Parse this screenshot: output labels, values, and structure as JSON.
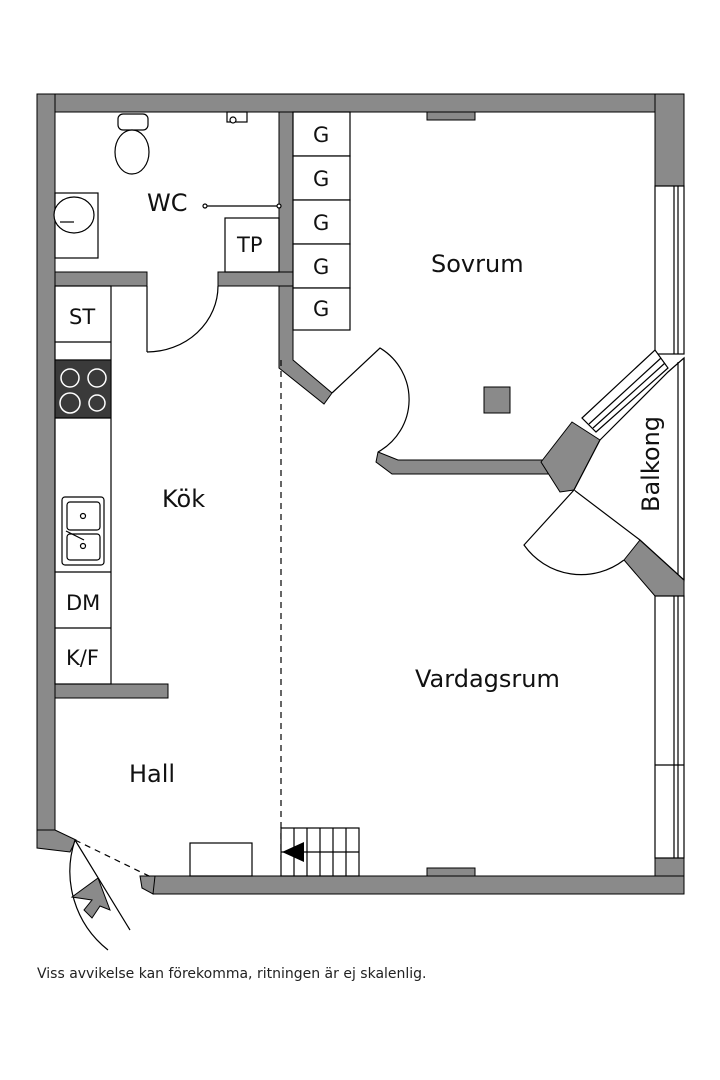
{
  "rooms": {
    "wc": "WC",
    "sovrum": "Sovrum",
    "kok": "Kök",
    "hall": "Hall",
    "vardagsrum": "Vardagsrum",
    "balkong": "Balkong"
  },
  "fixtures": {
    "tp": "TP",
    "st": "ST",
    "dm": "DM",
    "kf": "K/F",
    "wardrobes": [
      "G",
      "G",
      "G",
      "G",
      "G"
    ]
  },
  "disclaimer": "Viss avvikelse kan förekomma, ritningen är ej skalenlig.",
  "colors": {
    "wall": "#8a8a8a",
    "background": "#ffffff",
    "line": "#000000"
  }
}
